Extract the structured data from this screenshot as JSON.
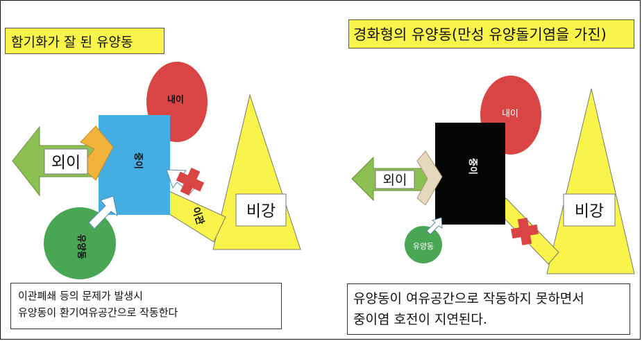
{
  "left": {
    "title": "함기화가 잘 된 유양동",
    "labels": {
      "outer_ear": "외이",
      "middle_ear": "중이",
      "inner_ear": "내이",
      "mastoid": "유양동",
      "eustachian": "이관",
      "nasopharynx": "비강"
    },
    "caption_lines": [
      "이관폐쇄 등의 문제가 발생시",
      "유양동이 환기여유공간으로 작동한다"
    ]
  },
  "right": {
    "title": "경화형의 유양동(만성 유양돌기염을 가진)",
    "labels": {
      "outer_ear": "외이",
      "middle_ear": "중이",
      "inner_ear": "내이",
      "mastoid": "유양동",
      "nasopharynx": "비강"
    },
    "caption_lines": [
      "유양동이 여유공간으로 작동하지 못하면서",
      "중이염  호전이 지연된다."
    ]
  },
  "colors": {
    "yellow": "#f8f44a",
    "red": "#d94444",
    "green": "#48a655",
    "light_green": "#8dc052",
    "blue": "#44aee3",
    "black": "#050505",
    "orange": "#f2b33c",
    "beige": "#e6d8bd"
  }
}
